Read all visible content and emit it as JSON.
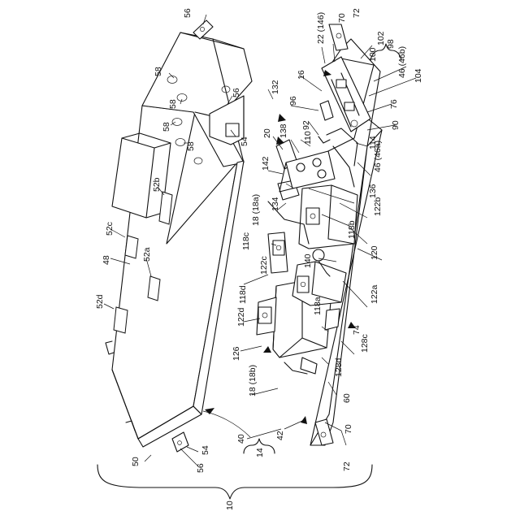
{
  "labels": {
    "l10": "10",
    "l14": "14",
    "l16": "16",
    "l18a": "18 (18a)",
    "l18b": "18 (18b)",
    "l20": "20",
    "l22": "22 (146)",
    "l40": "40",
    "l42": "42",
    "l46a": "46 (46a)",
    "l46b": "46 (46b)",
    "l48": "48",
    "l50": "50",
    "l52a": "52a",
    "l52b": "52b",
    "l52c": "52c",
    "l52d": "52d",
    "l54a": "54",
    "l54b": "54",
    "l56a": "56",
    "l56b": "56",
    "l56c": "56",
    "l58a": "58",
    "l58b": "58",
    "l58c": "58",
    "l58d": "58",
    "l60": "60",
    "l70a": "70",
    "l70b": "70",
    "l72a": "72",
    "l72b": "72",
    "l74": "74",
    "l76": "76",
    "l90": "90",
    "l92": "92",
    "l96": "96",
    "l98": "98",
    "l100": "100",
    "l102": "102",
    "l104": "104",
    "l110": "110",
    "l114": "114",
    "l118a": "118a",
    "l118b": "118b",
    "l118c": "118c",
    "l118d": "118d",
    "l120": "120",
    "l122a": "122a",
    "l122b": "122b",
    "l122c": "122c",
    "l122d": "122d",
    "l126": "126",
    "l128c": "128c",
    "l128d": "128d",
    "l132": "132",
    "l134": "134",
    "l136": "136",
    "l138": "138",
    "l140": "140",
    "l142": "142"
  }
}
